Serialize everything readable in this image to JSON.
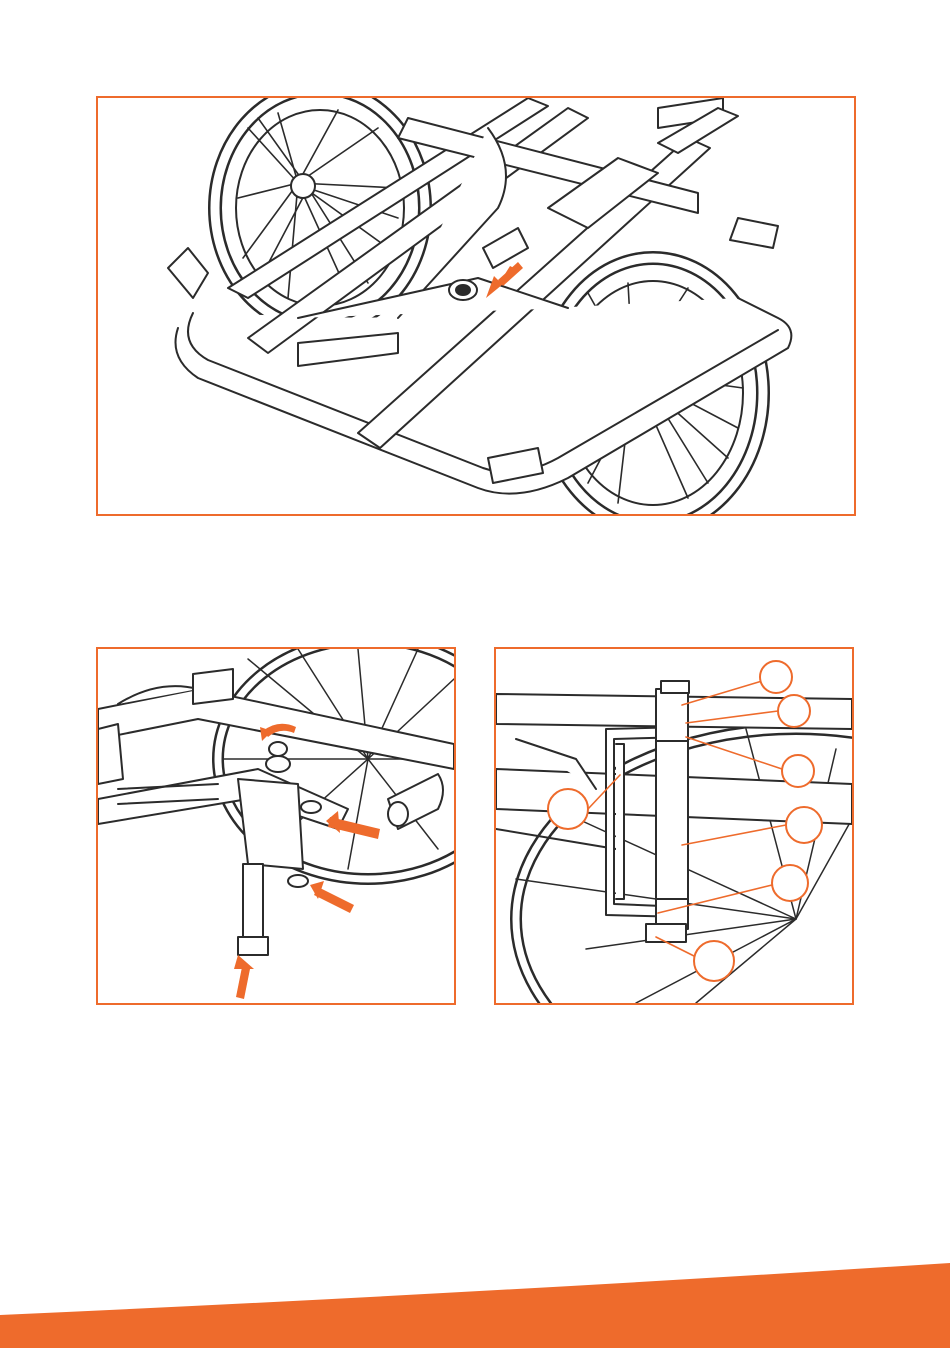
{
  "page": {
    "background": "#ffffff",
    "accent_color": "#ee6b2c",
    "line_color": "#2b2b2b",
    "fill_color": "#ffffff",
    "shade_color": "#e6e6e6"
  },
  "figures": [
    {
      "id": "frame-underside",
      "icons": [
        "orange-arrow-icon"
      ]
    },
    {
      "id": "fork-mounting",
      "icons": [
        "rotate-arrow-icon",
        "orange-arrow-icon",
        "orange-arrow-icon",
        "orange-arrow-icon"
      ]
    },
    {
      "id": "part-callouts",
      "callouts": [
        "",
        "",
        "",
        "",
        "",
        ""
      ]
    }
  ]
}
